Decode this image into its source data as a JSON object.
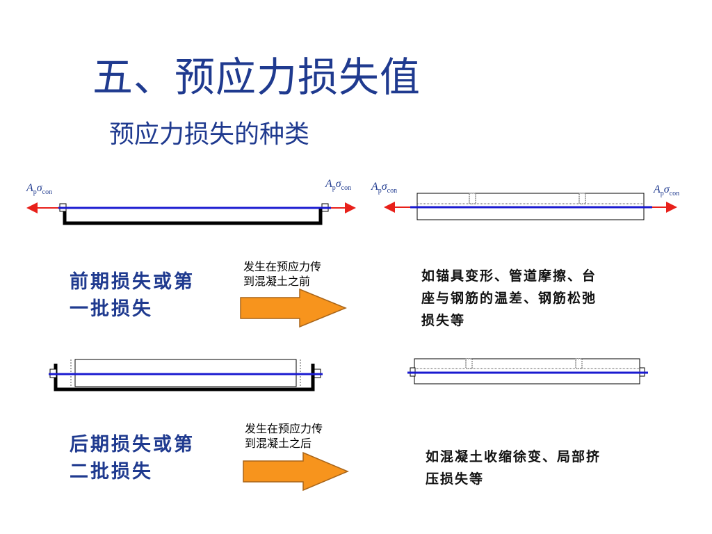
{
  "title": "五、预应力损失值",
  "subtitle": "预应力损失的种类",
  "force_label": {
    "A": "A",
    "p": "p",
    "sigma": "σ",
    "con": "con"
  },
  "categories": [
    {
      "label_line1": "前期损失或第",
      "label_line2": "一批损失",
      "note_line1": "发生在预应力传",
      "note_line2": "到混凝土之前",
      "desc_line1": "如锚具变形、管道摩擦、台",
      "desc_line2": "座与钢筋的温差、钢筋松弛",
      "desc_line3": "损失等"
    },
    {
      "label_line1": "后期损失或第",
      "label_line2": "二批损失",
      "note_line1": "发生在预应力传",
      "note_line2": "到混凝土之后",
      "desc_line1": "如混凝土收缩徐变、局部挤",
      "desc_line2": "压损失等"
    }
  ],
  "colors": {
    "title": "#1f3a8f",
    "tendon": "#1a1ad0",
    "arrow_red": "#e8201a",
    "big_arrow": "#f7941d",
    "big_arrow_stroke": "#a8651a"
  }
}
